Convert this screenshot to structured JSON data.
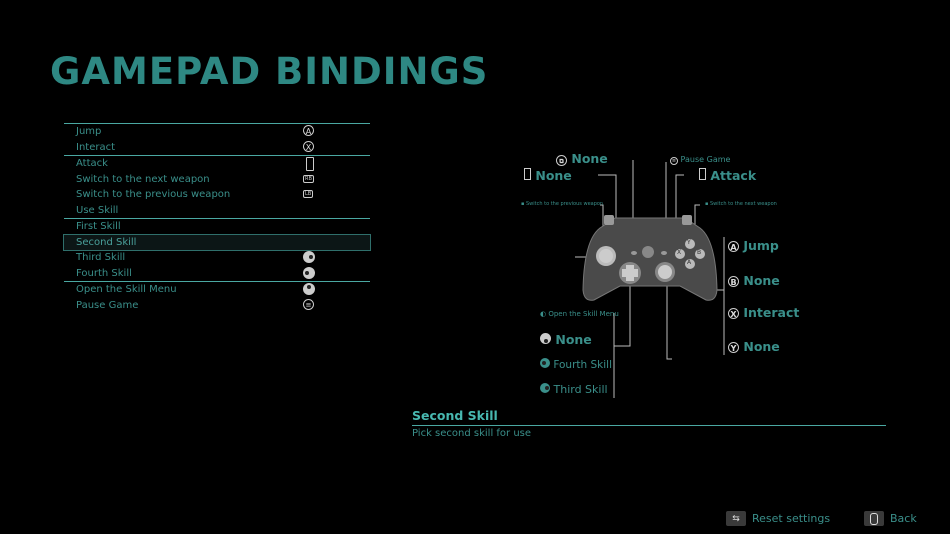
{
  "title": "GAMEPAD BINDINGS",
  "bindings": [
    {
      "label": "Jump",
      "icon": "A",
      "icon_type": "circle"
    },
    {
      "label": "Interact",
      "icon": "X",
      "icon_type": "circle"
    },
    {
      "label": "Attack",
      "icon": "RT",
      "icon_type": "trigger"
    },
    {
      "label": "Switch to the next weapon",
      "icon": "RB",
      "icon_type": "tag"
    },
    {
      "label": "Switch to the previous weapon",
      "icon": "LB",
      "icon_type": "tag"
    },
    {
      "label": "Use Skill",
      "icon": "",
      "icon_type": "none"
    },
    {
      "label": "First Skill",
      "icon": "",
      "icon_type": "none"
    },
    {
      "label": "Second Skill",
      "icon": "",
      "icon_type": "none"
    },
    {
      "label": "Third Skill",
      "icon": "dpad-right",
      "icon_type": "stick"
    },
    {
      "label": "Fourth Skill",
      "icon": "dpad-left",
      "icon_type": "stick"
    },
    {
      "label": "Open the Skill Menu",
      "icon": "dpad-up",
      "icon_type": "stick"
    },
    {
      "label": "Pause Game",
      "icon": "menu",
      "icon_type": "menu"
    }
  ],
  "selected_index": 7,
  "diagram": {
    "view_button": "None",
    "left_trigger": "None",
    "pause": "Pause Game",
    "right_trigger": "Attack",
    "left_bumper": "Switch to the previous weapon",
    "right_bumper": "Switch to the next weapon",
    "a": "Jump",
    "b": "None",
    "x": "Interact",
    "y": "None",
    "a_letter": "A",
    "b_letter": "B",
    "x_letter": "X",
    "y_letter": "Y",
    "dpad_up": "Open the Skill Menu",
    "dpad_down": "None",
    "dpad_left": "Fourth Skill",
    "dpad_right": "Third Skill"
  },
  "description": {
    "title": "Second Skill",
    "text": "Pick second skill for use"
  },
  "footer": {
    "reset": "Reset settings",
    "back": "Back"
  },
  "colors": {
    "accent": "#3a8f8a",
    "line": "#4aa8a2",
    "title": "#2e8883"
  }
}
